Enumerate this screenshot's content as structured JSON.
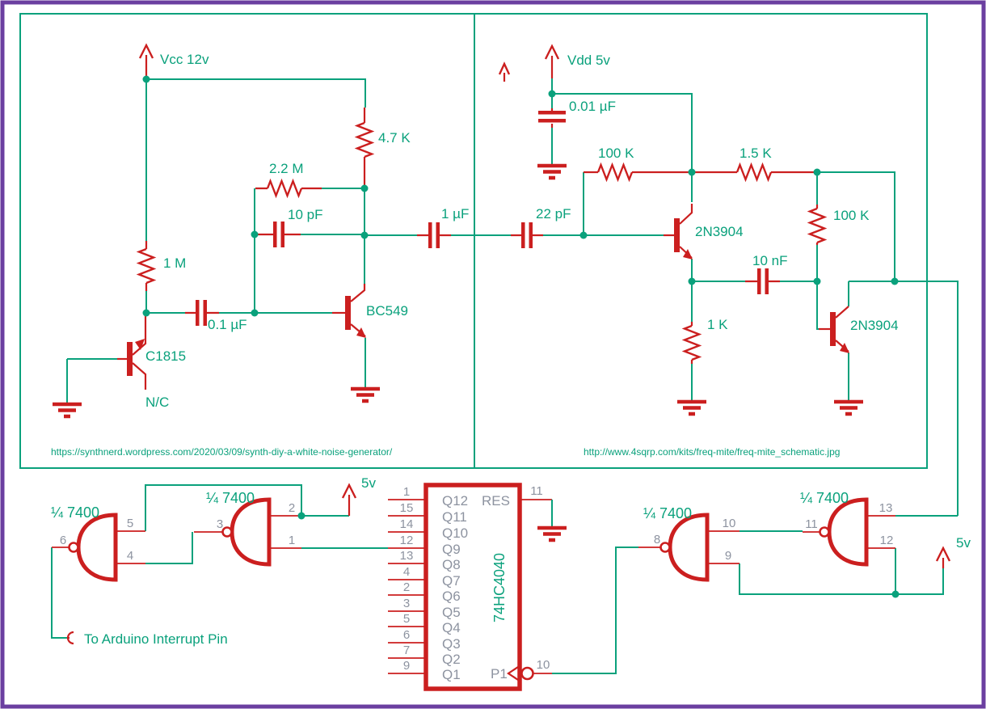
{
  "colors": {
    "wire_green": "#0aa17c",
    "component_red": "#cb1f1f",
    "pin_gray": "#8d93a0",
    "frame_purple": "#6b3fa0",
    "background": "#ffffff"
  },
  "left_circuit": {
    "power_label": "Vcc 12v",
    "components": {
      "r_4k7": "4.7 K",
      "r_2m2": "2.2 M",
      "c_10pf": "10 pF",
      "r_1m": "1 M",
      "c_01uf": "0.1 µF",
      "q_c1815": "C1815",
      "nc_note": "N/C",
      "q_bc549": "BC549",
      "c_1uf": "1 µF"
    },
    "source_url": "https://synthnerd.wordpress.com/2020/03/09/synth-diy-a-white-noise-generator/"
  },
  "right_circuit": {
    "power_label": "Vdd 5v",
    "components": {
      "c_001uf": "0.01 µF",
      "r_100k_a": "100 K",
      "r_1k5": "1.5 K",
      "c_22pf": "22 pF",
      "q1": "2N3904",
      "r_100k_b": "100 K",
      "c_10nf": "10 nF",
      "r_1k": "1 K",
      "q2": "2N3904"
    },
    "source_url": "http://www.4sqrp.com/kits/freq-mite/freq-mite_schematic.jpg"
  },
  "logic_section": {
    "supply_label_top": "5v",
    "supply_label_right": "5v",
    "arduino_note": "To Arduino Interrupt Pin",
    "gate1": {
      "label": "¼ 7400",
      "pin_out": "6",
      "pin_in_top": "5",
      "pin_in_bottom": "4"
    },
    "gate2": {
      "label": "¼ 7400",
      "pin_out": "3",
      "pin_in_top": "2",
      "pin_in_bottom": "1"
    },
    "gate3": {
      "label": "¼ 7400",
      "pin_out": "8",
      "pin_in_top": "10",
      "pin_in_bottom": "9"
    },
    "gate4": {
      "label": "¼ 7400",
      "pin_out": "11",
      "pin_in_top": "13",
      "pin_in_bottom": "12"
    },
    "ic": {
      "name": "74HC4040",
      "left_pins": [
        {
          "num": "1",
          "label": "Q12"
        },
        {
          "num": "15",
          "label": "Q11"
        },
        {
          "num": "14",
          "label": "Q10"
        },
        {
          "num": "12",
          "label": "Q9"
        },
        {
          "num": "13",
          "label": "Q8"
        },
        {
          "num": "4",
          "label": "Q7"
        },
        {
          "num": "2",
          "label": "Q6"
        },
        {
          "num": "3",
          "label": "Q5"
        },
        {
          "num": "5",
          "label": "Q4"
        },
        {
          "num": "6",
          "label": "Q3"
        },
        {
          "num": "7",
          "label": "Q2"
        },
        {
          "num": "9",
          "label": "Q1"
        }
      ],
      "reset_pin": {
        "label": "RES",
        "num": "11"
      },
      "clock_pin": {
        "label": "P1",
        "num": "10"
      }
    }
  }
}
